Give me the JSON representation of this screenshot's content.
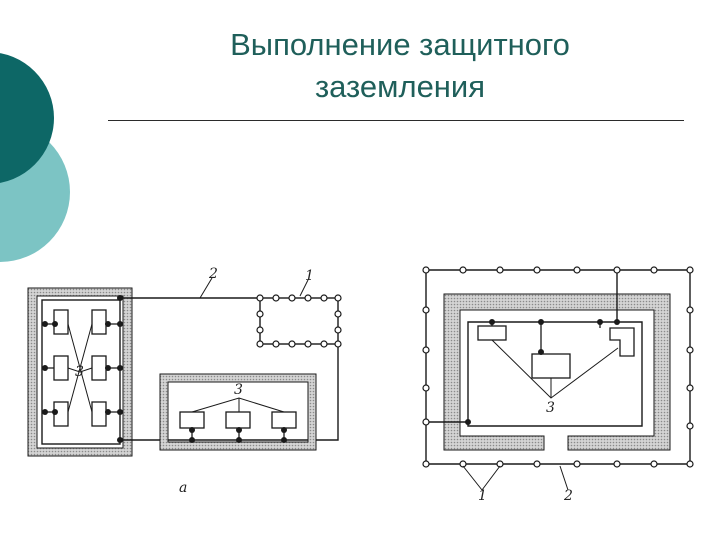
{
  "slide": {
    "title_line1": "Выполнение защитного",
    "title_line2": "заземления"
  },
  "colors": {
    "title": "#1f5f5a",
    "circle_dark": "#0d6766",
    "circle_light": "#7cc4c4",
    "hatch": "#b5b5b5",
    "line": "#1a1a1a"
  },
  "diagram_a": {
    "label_2": "2",
    "label_1": "1",
    "label_3_left": "3",
    "label_3_box": "3",
    "caption": "а"
  },
  "diagram_b": {
    "label_3": "3",
    "label_1": "1",
    "label_2": "2"
  }
}
